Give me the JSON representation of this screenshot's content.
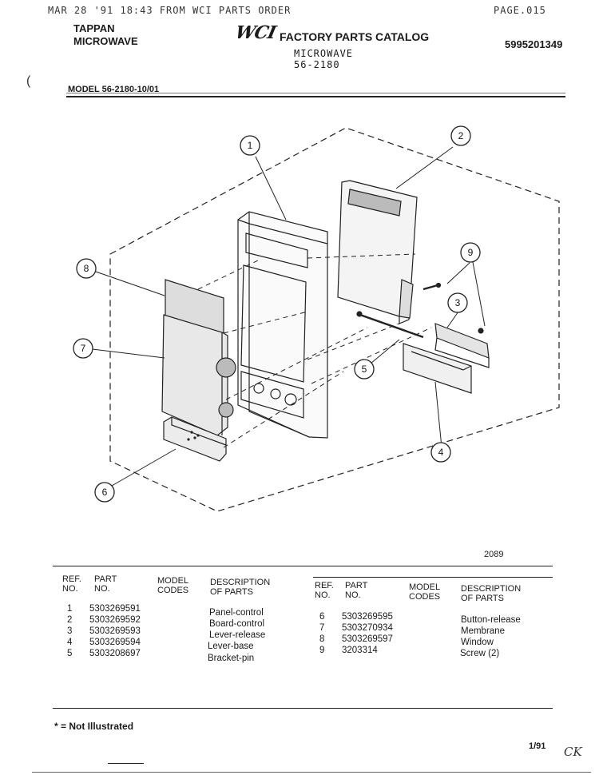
{
  "header": {
    "fax_line": "MAR 28 '91 18:43   FROM WCI PARTS ORDER",
    "page": "PAGE.015",
    "brand_line1": "TAPPAN",
    "brand_line2": "MICROWAVE",
    "logo": "WCI",
    "catalog_title": "FACTORY PARTS CATALOG",
    "catalog_sub1": "MICROWAVE",
    "catalog_sub2": "56-2180",
    "catalog_number": "5995201349",
    "model": "MODEL 56-2180-10/01"
  },
  "diagram": {
    "callouts": [
      "1",
      "2",
      "3",
      "4",
      "5",
      "6",
      "7",
      "8",
      "9"
    ],
    "code": "2089"
  },
  "table": {
    "headers": {
      "ref": "REF. NO.",
      "part": "PART NO.",
      "model": "MODEL CODES",
      "desc": "DESCRIPTION OF PARTS"
    },
    "left_rows": [
      {
        "ref": "1",
        "part": "5303269591",
        "desc": "Panel-control"
      },
      {
        "ref": "2",
        "part": "5303269592",
        "desc": "Board-control"
      },
      {
        "ref": "3",
        "part": "5303269593",
        "desc": "Lever-release"
      },
      {
        "ref": "4",
        "part": "5303269594",
        "desc": "Lever-base"
      },
      {
        "ref": "5",
        "part": "5303208697",
        "desc": "Bracket-pin"
      }
    ],
    "right_rows": [
      {
        "ref": "6",
        "part": "5303269595",
        "desc": "Button-release"
      },
      {
        "ref": "7",
        "part": "5303270934",
        "desc": "Membrane"
      },
      {
        "ref": "8",
        "part": "5303269597",
        "desc": "Window"
      },
      {
        "ref": "9",
        "part": "3203314",
        "desc": "Screw (2)"
      }
    ]
  },
  "footer": {
    "note": "* = Not Illustrated",
    "date": "1/91",
    "initials": "CK"
  }
}
